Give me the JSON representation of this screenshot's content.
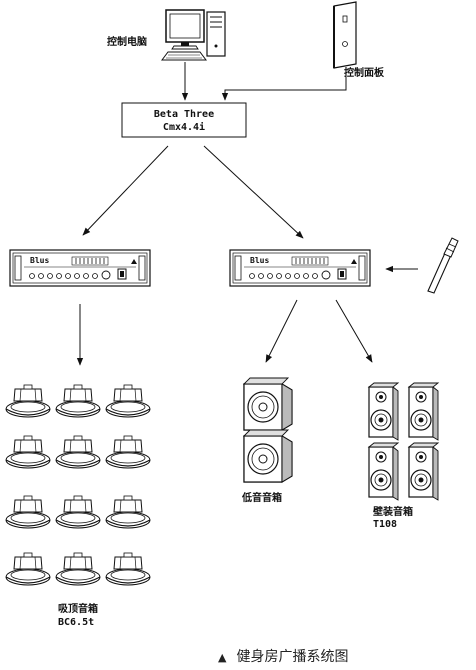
{
  "labels": {
    "computer": "控制电脑",
    "panel": "控制面板",
    "controller_line1": "Beta Three",
    "controller_line2": "Cmx4.4i",
    "amp_brand": "Blus",
    "sub_speaker": "低音音箱",
    "wall_speaker_name": "壁装音箱",
    "wall_speaker_model": "T108",
    "ceiling_speaker_name": "吸顶音箱",
    "ceiling_speaker_model": "BC6.5t"
  },
  "caption": {
    "marker": "▲",
    "text": "健身房广播系统图"
  },
  "icons": {
    "computer": "desktop-computer-icon",
    "panel": "wall-control-panel-icon",
    "microphone": "wireless-microphone-icon",
    "amplifier": "rack-amplifier-icon",
    "ceiling_speaker": "ceiling-speaker-icon",
    "subwoofer": "subwoofer-speaker-icon",
    "wall_speaker": "wall-speaker-icon"
  },
  "colors": {
    "line": "#111111",
    "device_fill": "#ffffff",
    "shade": "#9a9a9a"
  }
}
